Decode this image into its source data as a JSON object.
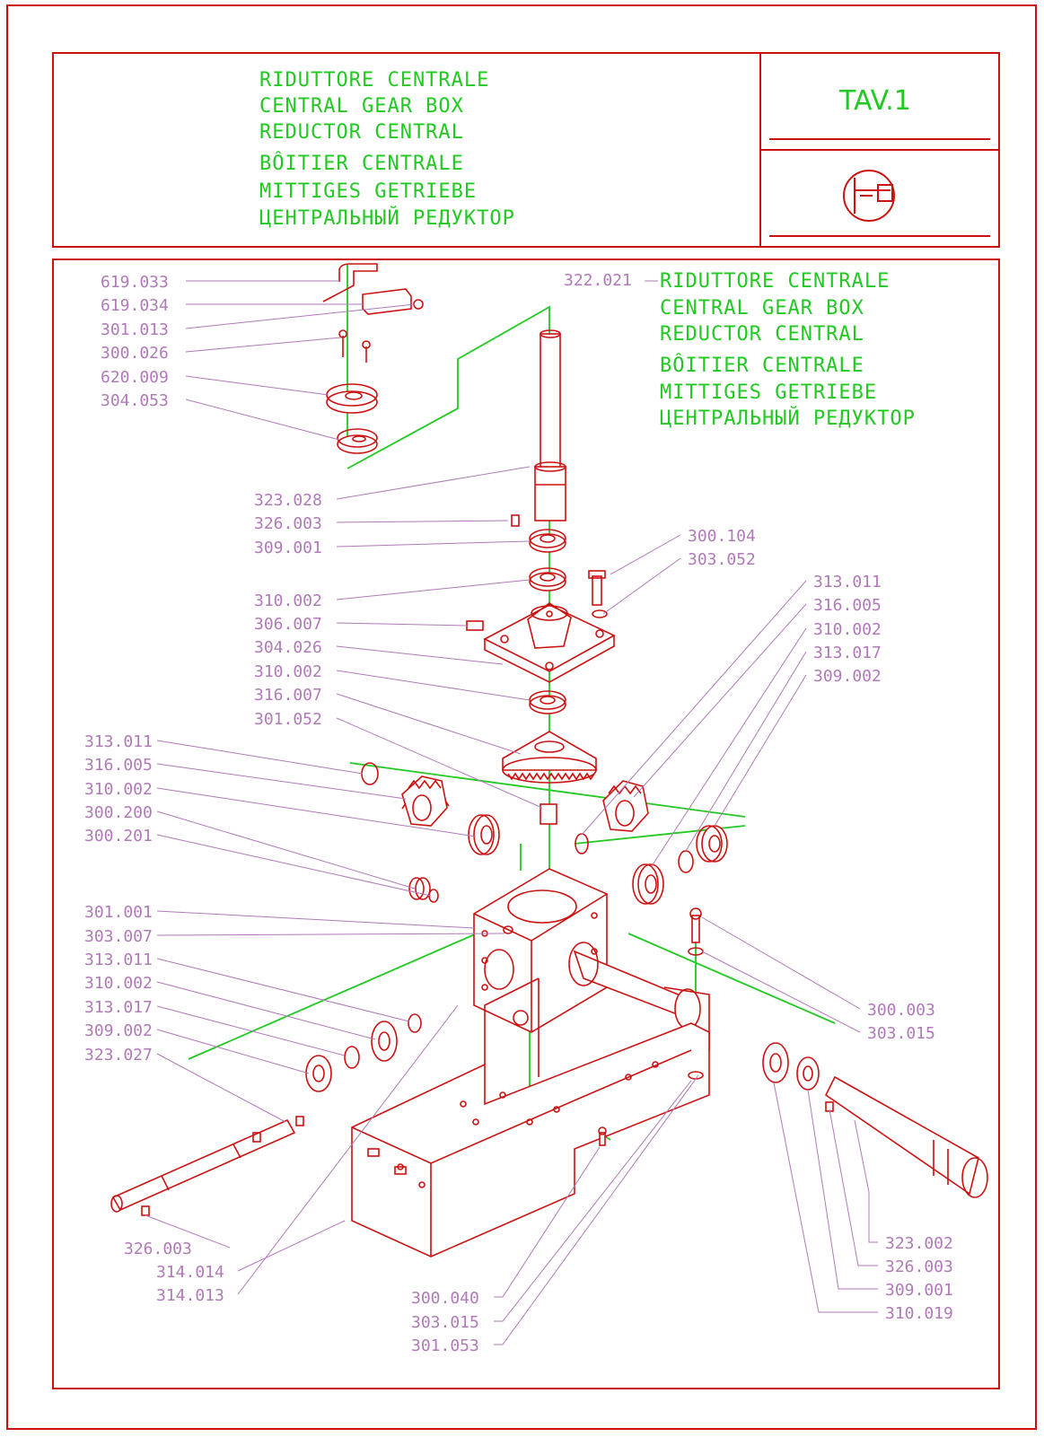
{
  "title_block": {
    "lines": [
      "RIDUTTORE CENTRALE",
      "CENTRAL GEAR BOX",
      "REDUCTOR CENTRAL",
      "BÔITIER CENTRALE",
      "MITTIGES GETRIEBE",
      "ЦЕНТРАЛЬНЫЙ РЕДУКТОР"
    ],
    "table_no": "TAV.1"
  },
  "assembly": {
    "code": "322.021",
    "lines": [
      "RIDUTTORE CENTRALE",
      "CENTRAL GEAR BOX",
      "REDUCTOR CENTRAL",
      "BÔITIER CENTRALE",
      "MITTIGES GETRIEBE",
      "ЦЕНТРАЛЬНЫЙ РЕДУКТОР"
    ]
  },
  "parts_left": [
    "619.033",
    "619.034",
    "301.013",
    "300.026",
    "620.009",
    "304.053",
    "323.028",
    "326.003",
    "309.001",
    "310.002",
    "306.007",
    "304.026",
    "310.002",
    "316.007",
    "301.052",
    "313.011",
    "316.005",
    "310.002",
    "300.200",
    "300.201",
    "301.001",
    "303.007",
    "313.011",
    "310.002",
    "313.017",
    "309.002",
    "323.027"
  ],
  "parts_right_upper": [
    "300.104",
    "303.052",
    "313.011",
    "316.005",
    "310.002",
    "313.017",
    "309.002"
  ],
  "parts_right_mid": [
    "300.003",
    "303.015"
  ],
  "parts_right_lower": [
    "323.002",
    "326.003",
    "309.001",
    "310.019"
  ],
  "parts_bottom_left": [
    "326.003",
    "314.014",
    "314.013"
  ],
  "parts_bottom_center": [
    "300.040",
    "303.015",
    "301.053"
  ],
  "colors": {
    "frame": "#cc1111",
    "title": "#22c922",
    "part": "#b07ab8"
  }
}
